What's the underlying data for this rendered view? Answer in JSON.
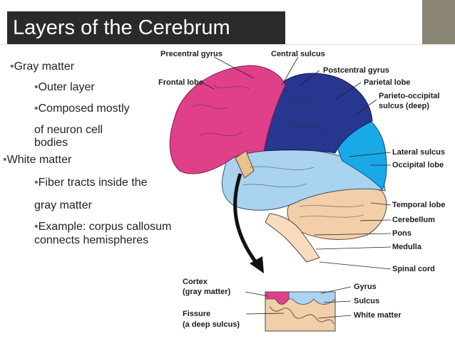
{
  "slide": {
    "title": "Layers of the Cerebrum",
    "accent_color": "#8a8573",
    "title_bar_color": "#2a2a2a"
  },
  "bullets": {
    "b1": "Gray matter",
    "b1a": "Outer layer",
    "b1b": "Composed mostly",
    "b1b_cont1": "of neuron cell",
    "b1b_cont2": "bodies",
    "b2": "White matter",
    "b2a": "Fiber tracts inside the",
    "b2a_cont": "gray matter",
    "b2b": "Example: corpus callosum",
    "b2b_cont": "connects hemispheres"
  },
  "diagram": {
    "labels": {
      "precentral_gyrus": "Precentral gyrus",
      "central_sulcus": "Central sulcus",
      "postcentral_gyrus": "Postcentral gyrus",
      "frontal_lobe": "Frontal lobe",
      "parietal_lobe": "Parietal lobe",
      "parieto_occipital_1": "Parieto-occipital",
      "parieto_occipital_2": "sulcus (deep)",
      "lateral_sulcus": "Lateral sulcus",
      "occipital_lobe": "Occipital lobe",
      "temporal_lobe": "Temporal lobe",
      "cerebellum": "Cerebellum",
      "pons": "Pons",
      "medulla": "Medulla",
      "spinal_cord": "Spinal cord",
      "cortex_1": "Cortex",
      "cortex_2": "(gray matter)",
      "fissure_1": "Fissure",
      "fissure_2": "(a deep sulcus)",
      "gyrus": "Gyrus",
      "sulcus": "Sulcus",
      "white_matter": "White matter"
    },
    "colors": {
      "frontal": "#e0408a",
      "parietal": "#27368e",
      "occipital": "#19a9e6",
      "temporal": "#a9d3ef",
      "cerebellum": "#f2cfa9",
      "brainstem": "#f7dcc0",
      "insula": "#e9c28e"
    }
  }
}
